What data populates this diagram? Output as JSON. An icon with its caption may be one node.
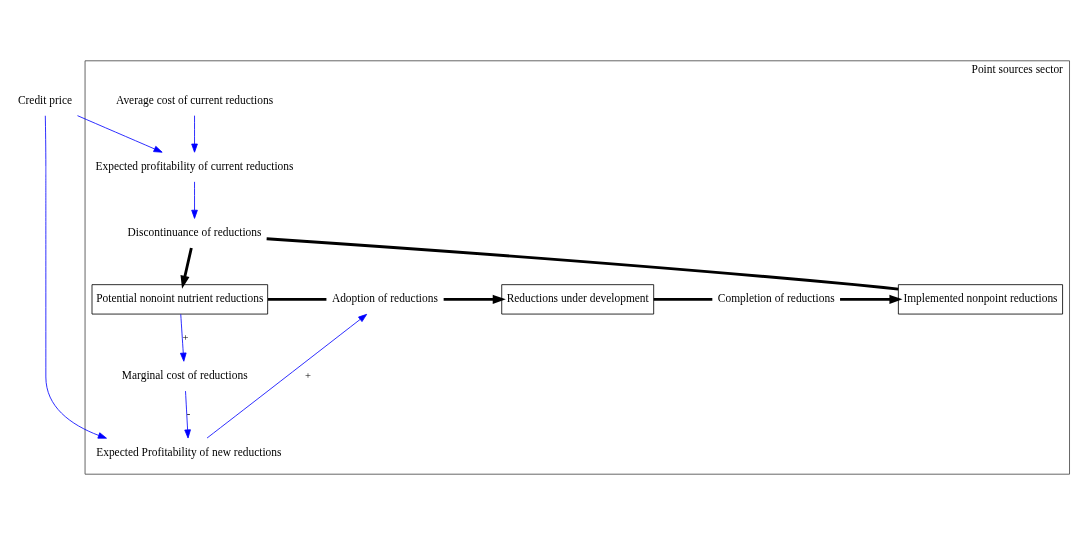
{
  "diagram": {
    "nodes": [
      {
        "text": [
          "Point sources sector"
        ]
      },
      {
        "text": [
          "Expected profitability of current reductions"
        ],
        "in": 0
      },
      {
        "text": [
          "Average cost of current reductions"
        ],
        "in": 0
      },
      {
        "text": [
          "Discontinuance of reductions"
        ],
        "in": 0
      },
      {
        "text": [
          "Potential nonoint nutrient reductions"
        ],
        "in": 0
      },
      {
        "text": [
          "Adoption of reductions"
        ],
        "in": 0
      },
      {
        "text": [
          "Reductions under development"
        ],
        "in": 0
      },
      {
        "text": [
          "Completion of reductions"
        ],
        "in": 0
      },
      {
        "text": [
          "Implemented nonpoint reductions"
        ],
        "in": 0
      },
      {
        "text": [
          "Marginal cost of reductions"
        ],
        "in": 0
      },
      {
        "text": [
          "Expected Profitability of new reductions"
        ],
        "in": 0
      },
      {
        "text": [
          "Credit price"
        ]
      }
    ],
    "edges": [
      {
        "from": 2,
        "to": 1,
        "arrow": "to"
      },
      {
        "from": 1,
        "to": 3,
        "arrow": "to"
      },
      {
        "from": 8,
        "to": 3,
        "arrow": "none",
        "style": "thick",
        "color": "#000000"
      },
      {
        "from": 3,
        "to": 4,
        "arrow": "to",
        "style": "thick",
        "color": "#000000"
      },
      {
        "from": 4,
        "to": 5,
        "arrow": "none",
        "style": "thick",
        "color": "#000000"
      },
      {
        "from": 5,
        "to": 6,
        "arrow": "to",
        "style": "thick",
        "color": "#000000"
      },
      {
        "from": 6,
        "to": 7,
        "arrow": "none",
        "style": "thick",
        "color": "#000000"
      },
      {
        "from": 7,
        "to": 8,
        "arrow": "to",
        "style": "thick",
        "color": "#000000"
      },
      {
        "from": 4,
        "to": 9,
        "arrow": "to",
        "label": "+"
      },
      {
        "from": 9,
        "to": 10,
        "arrow": "to",
        "label": "-"
      },
      {
        "from": 10,
        "to": 5,
        "arrow": "to",
        "label": "+"
      },
      {
        "from": 11,
        "to": 1,
        "arrow": "to"
      },
      {
        "from": 11,
        "to": 10,
        "arrow": "to"
      }
    ]
  }
}
